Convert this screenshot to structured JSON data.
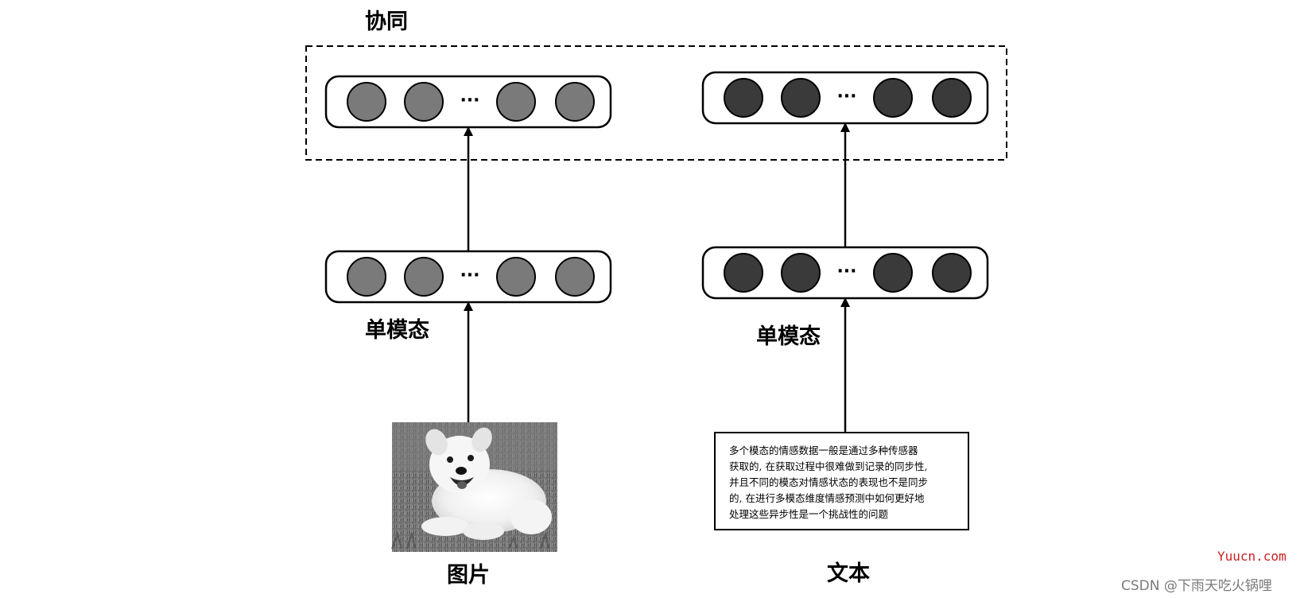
{
  "labels": {
    "collaborative": "协同",
    "unimodal_left": "单模态",
    "unimodal_right": "单模态",
    "image_caption": "图片",
    "text_caption": "文本"
  },
  "ellipsis": "···",
  "text_box_lines": [
    "多个模态的情感数据一般是通过多种传感器",
    "获取的, 在获取过程中很难做到记录的同步性,",
    "并且不同的模态对情感状态的表现也不是同步",
    "的, 在进行多模态维度情感预测中如何更好地",
    "处理这些异步性是一个挑战性的问题"
  ],
  "watermarks": {
    "site": "Yuucn.com",
    "csdn": "CSDN @下雨天吃火锅哩"
  },
  "colors": {
    "image_node_fill": "#7a7a7a",
    "text_node_fill": "#3a3a3a",
    "stroke": "#000000"
  }
}
